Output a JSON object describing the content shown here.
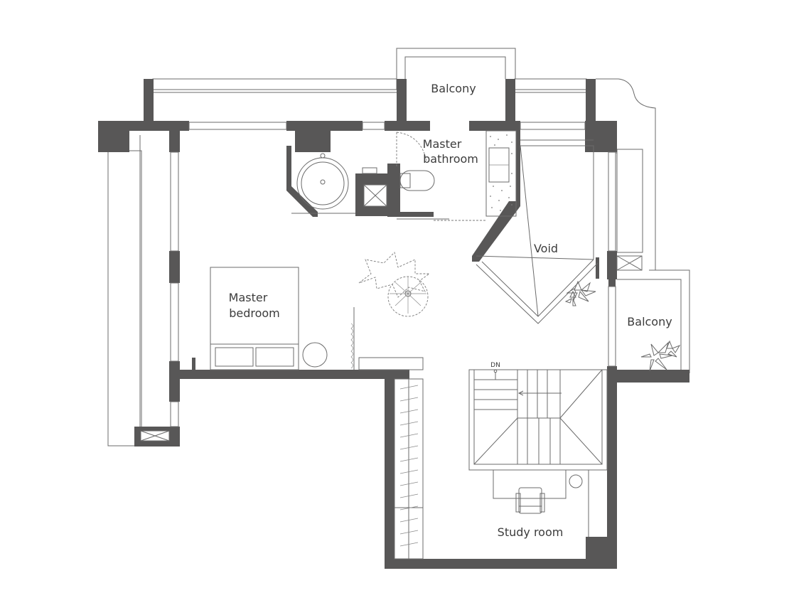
{
  "labels": {
    "balcony_top": "Balcony",
    "master_bathroom_line1": "Master",
    "master_bathroom_line2": "bathroom",
    "void": "Void",
    "master_bedroom_line1": "Master",
    "master_bedroom_line2": "bedroom",
    "balcony_right": "Balcony",
    "stair_direction": "DN",
    "study_room": "Study room"
  },
  "colors": {
    "wall": "#585757",
    "line": "#6b6b6b",
    "text": "#3c3c3c",
    "background": "#ffffff"
  }
}
